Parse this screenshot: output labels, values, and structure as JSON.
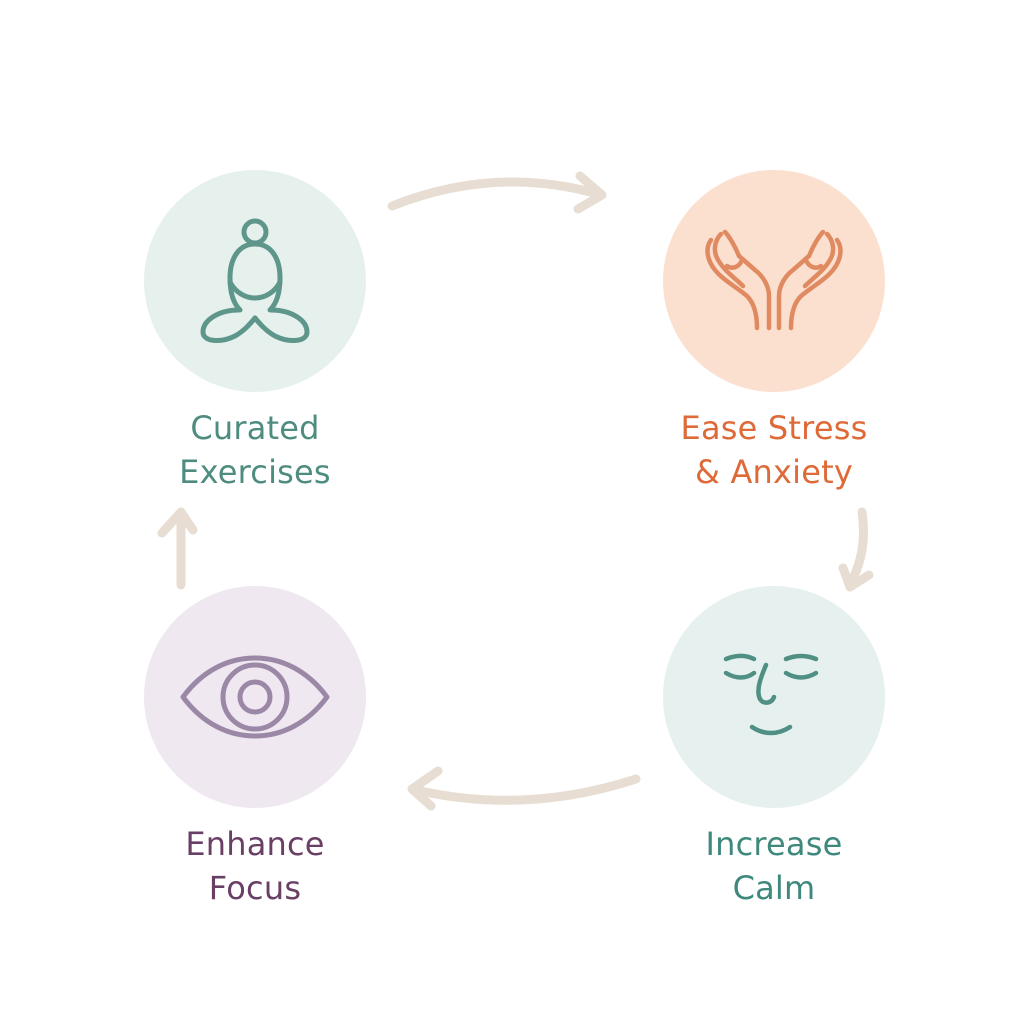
{
  "colors": {
    "arrow": "#e8ddd3",
    "curated_text": "#4f8c80",
    "curated_bg": "#e6f1ee",
    "curated_icon": "#5f968b",
    "ease_text": "#de6a38",
    "ease_bg": "#fce0cf",
    "ease_icon": "#e08a62",
    "calm_text": "#3f887c",
    "calm_bg": "#e6f0ef",
    "calm_icon": "#4f8f84",
    "focus_text": "#6a3f66",
    "focus_bg": "#efe8f1",
    "focus_icon": "#9b87a6"
  },
  "nodes": [
    {
      "id": "curated",
      "icon": "meditation-icon",
      "label_lines": [
        "Curated",
        "Exercises"
      ]
    },
    {
      "id": "ease",
      "icon": "open-hands-icon",
      "label_lines": [
        "Ease Stress",
        "& Anxiety"
      ]
    },
    {
      "id": "calm",
      "icon": "calm-face-icon",
      "label_lines": [
        "Increase",
        "Calm"
      ]
    },
    {
      "id": "focus",
      "icon": "eye-icon",
      "label_lines": [
        "Enhance",
        "Focus"
      ]
    }
  ]
}
